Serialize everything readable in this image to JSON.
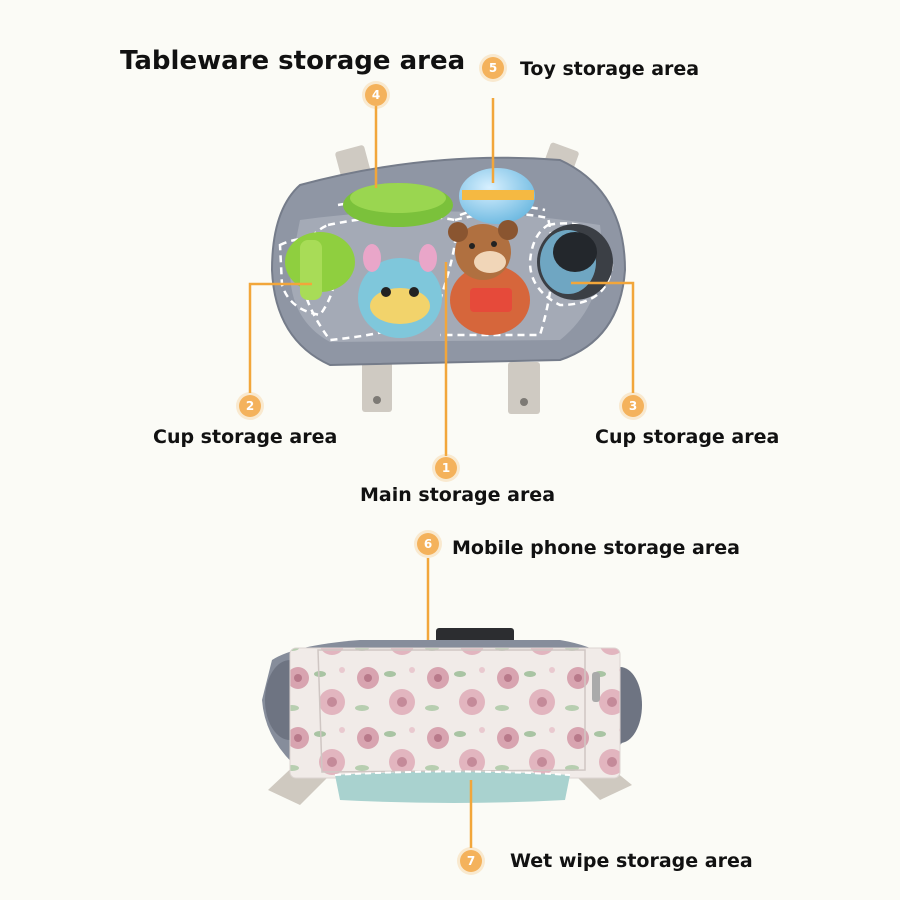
{
  "labels": {
    "tableware": "Tableware storage area",
    "toy": "Toy storage area",
    "cup_left": "Cup storage area",
    "cup_right": "Cup storage area",
    "main": "Main storage area",
    "phone": "Mobile phone storage area",
    "wipe": "Wet wipe storage area"
  },
  "badges": {
    "main": "1",
    "cup_left": "2",
    "cup_right": "3",
    "tableware": "4",
    "toy": "5",
    "phone": "6",
    "wipe": "7"
  },
  "colors": {
    "leader": "#f2a63a",
    "badge": "#f4b25c",
    "lining": "#8e95a3",
    "strap": "#c9c4bc",
    "floral_bg": "#efe9e6",
    "flower": "#d99aa8"
  }
}
